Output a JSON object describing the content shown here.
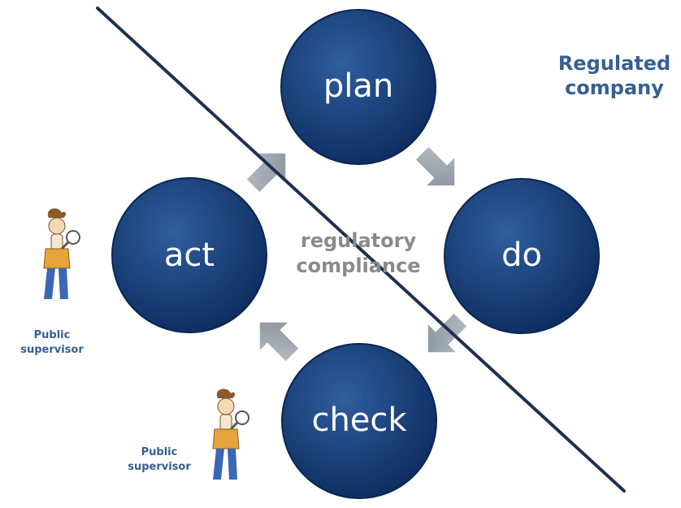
{
  "cycle": {
    "plan": "plan",
    "do": "do",
    "check": "check",
    "act": "act"
  },
  "center": {
    "line1": "regulatory",
    "line2": "compliance"
  },
  "company": {
    "line1": "Regulated",
    "line2": "company"
  },
  "supervisors": [
    {
      "line1": "Public",
      "line2": "supervisor"
    },
    {
      "line1": "Public",
      "line2": "supervisor"
    }
  ],
  "colors": {
    "circle_dark": "#0c2c5e",
    "circle_light": "#2f5e9e",
    "arrow": "#9aa3ad",
    "divider": "#1f2f4f",
    "company_text": "#365f91",
    "center_text": "#8a8a8a"
  },
  "icons": [
    "public-supervisor-figure-icon",
    "cycle-arrow-icon"
  ]
}
